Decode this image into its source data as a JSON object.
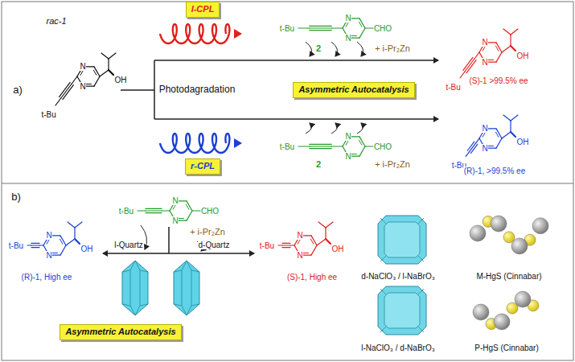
{
  "diagram": {
    "nodes": [
      {
        "text": [
          "l-CPL"
        ]
      },
      {
        "text": [
          "Asymmetric Autocatalysis"
        ]
      },
      {
        "text": [
          "r-CPL"
        ]
      },
      {
        "text": [
          "Asymmetric Autocatalysis"
        ]
      }
    ],
    "labels": [
      "a)",
      "rac-1",
      "t-Bu",
      "N",
      "N",
      "OH",
      "Photodagradation",
      "t-Bu",
      "N",
      "N",
      "CHO",
      "2",
      "+ i-Pr₂Zn",
      "t-Bu",
      "N",
      "N",
      "CHO",
      "2",
      "+ i-Pr₂Zn",
      "t-Bu",
      "N",
      "N",
      "OH",
      "(S)-1 >99.5% ee",
      "t-Bu",
      "N",
      "N",
      "OH",
      "(R)-1, >99.5% ee",
      "b)",
      "t-Bu",
      "N",
      "N",
      "CHO",
      "+ i-Pr₂Zn",
      "l-Quartz",
      "d-Quartz",
      "t-Bu",
      "N",
      "N",
      "OH",
      "(R)-1, High ee",
      "t-Bu",
      "N",
      "N",
      "OH",
      "(S)-1, High ee",
      "d-NaClO₃ / l-NaBrO₃",
      "M-HgS (Cinnabar)",
      "l-NaClO₃ / d-NaBrO₃",
      "P-HgS (Cinnabar)"
    ]
  }
}
